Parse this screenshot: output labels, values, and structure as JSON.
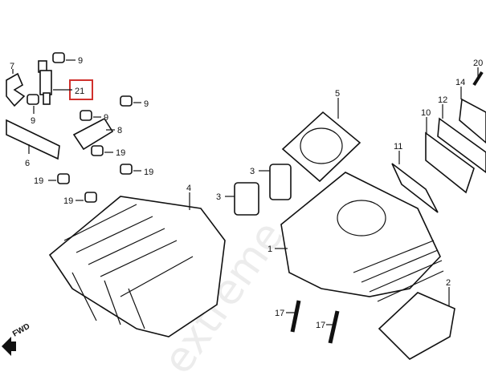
{
  "diagram": {
    "highlight_color": "#d0312d",
    "highlighted_callout": "21",
    "watermark": "extreme",
    "fwd_label": "FWD",
    "callouts": {
      "c7": "7",
      "c9a": "9",
      "c21": "21",
      "c9b": "9",
      "c9c": "9",
      "c9d": "9",
      "c8": "8",
      "c6": "6",
      "c19a": "19",
      "c19b": "19",
      "c19c": "19",
      "c19d": "19",
      "c4": "4",
      "c5": "5",
      "c3a": "3",
      "c3b": "3",
      "c1": "1",
      "c11": "11",
      "c10": "10",
      "c12": "12",
      "c14": "14",
      "c20": "20",
      "c2": "2",
      "c17a": "17",
      "c17b": "17"
    }
  }
}
